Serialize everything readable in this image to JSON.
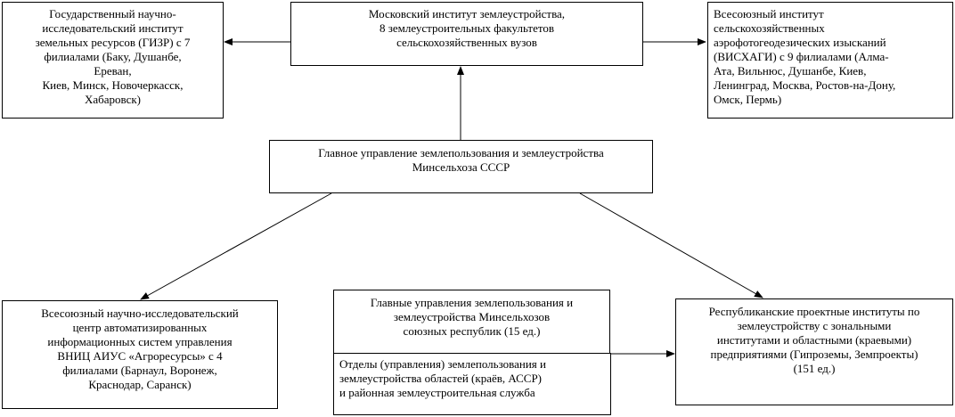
{
  "nodes": {
    "gizr": "Государственный научно-\nисследовательский институт\nземельных ресурсов (ГИЗР) с 7\nфилиалами (Баку, Душанбе,\nЕреван,\nКиев, Минск, Новочеркасск,\nХабаровск)",
    "moscow": "Московский институт землеустройства,\n8 землеустроительных факультетов\nсельскохозяйственных вузов",
    "vishagi": "Всесоюзный институт\nсельскохозяйственных\nаэрофотогеодезических изысканий\n(ВИСХАГИ) с 9 филиалами (Алма-\nАта, Вильнюс, Душанбе, Киев,\nЛенинград, Москва, Ростов-на-Дону,\nОмск, Пермь)",
    "main": "Главное управление землепользования и землеустройства\nМинсельхоза СССР",
    "vniits": "Всесоюзный научно-исследовательский\nцентр автоматизированных\nинформационных систем управления\nВНИЦ АИУС «Агроресурсы» с 4\nфилиалами (Барнаул, Воронеж,\nКраснодар, Саранск)",
    "republic_main": "Главные управления землепользования и\nземлеустройства Минсельхозов\nсоюзных республик (15 ед.)",
    "oblast": "Отделы (управления) землепользования и\nземлеустройства областей (краёв, АССР)\nи районная землеустроительная служба",
    "institutes": "Республиканские проектные институты по\nземлеустройству с зональными\nинститутами и областными (краевыми)\nпредприятиями (Гипроземы, Земпроекты)\n(151 ед.)"
  }
}
